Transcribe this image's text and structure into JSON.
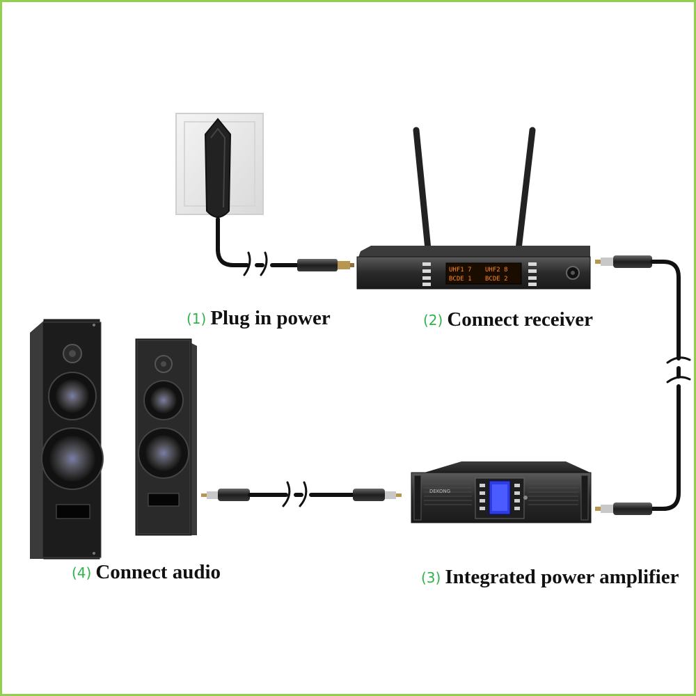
{
  "colors": {
    "frame": "#8fd14f",
    "step_number": "#2fb24a",
    "label_text": "#111111",
    "cable": "#111111"
  },
  "steps": [
    {
      "number": "(1)",
      "label": "Plug in power"
    },
    {
      "number": "(2)",
      "label": "Connect receiver"
    },
    {
      "number": "(3)",
      "label": "Integrated power amplifier"
    },
    {
      "number": "(4)",
      "label": "Connect audio"
    }
  ],
  "devices": {
    "receiver_display": [
      "UHF1 7",
      "BCDE 1",
      "UHF2 8",
      "BCDE 2"
    ],
    "amplifier_brand": "DEKONG"
  }
}
